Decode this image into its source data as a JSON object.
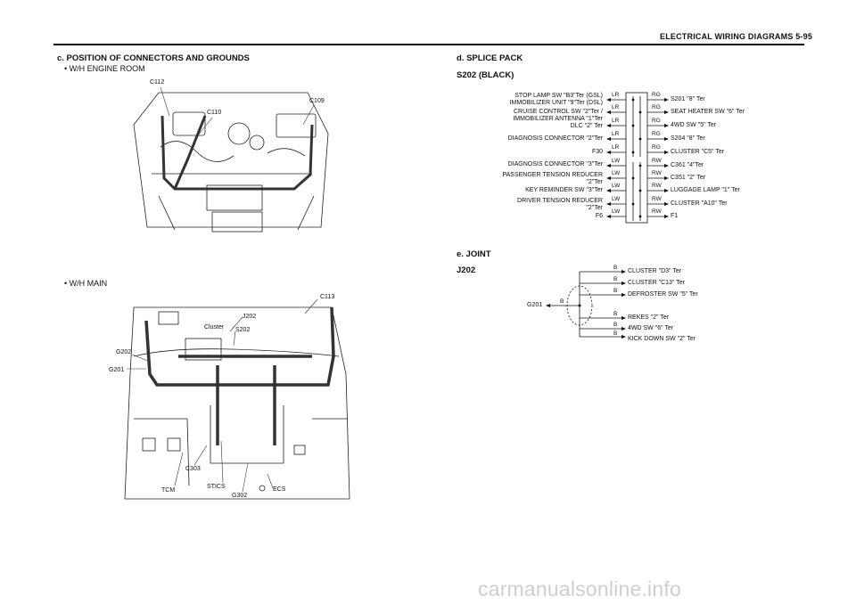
{
  "header": {
    "title": "ELECTRICAL WIRING DIAGRAMS  5-95"
  },
  "section_c": {
    "title": "c. POSITION OF CONNECTORS AND GROUNDS",
    "engine_room": {
      "heading": "W/H ENGINE ROOM",
      "labels": [
        "C112",
        "C110",
        "C109"
      ]
    },
    "main": {
      "heading": "W/H MAIN",
      "labels": [
        "C113",
        "J202",
        "S202",
        "Cluster",
        "G202",
        "G201",
        "C303",
        "TCM",
        "STICS",
        "G302",
        "ECS"
      ]
    }
  },
  "section_d": {
    "title": "d. SPLICE PACK",
    "subtitle": "S202 (BLACK)",
    "left": [
      {
        "text": "STOP LAMP SW \"B3\"Ter (GSL)",
        "wire": "LR"
      },
      {
        "text": "IMMOBILIZER UNIT \"9\"Ter (DSL)",
        "wire": ""
      },
      {
        "text": "CRUISE CONTROL SW \"2\"Ter /",
        "wire": "LR"
      },
      {
        "text": "IMMOBILIZER ANTENNA \"1\"Ter",
        "wire": ""
      },
      {
        "text": "DLC \"2\" Ter",
        "wire": "LR"
      },
      {
        "text": "DIAGNOSIS CONNECTOR \"2\"Ter",
        "wire": "LR"
      },
      {
        "text": "F30",
        "wire": "LR"
      },
      {
        "text": "DIAGNOSIS CONNECTOR \"3\"Ter",
        "wire": "LW"
      },
      {
        "text": "PASSENGER TENSION REDUCER",
        "wire": "LW"
      },
      {
        "text": "\"2\"Ter",
        "wire": ""
      },
      {
        "text": "KEY REMINDER SW \"3\"Ter",
        "wire": "LW"
      },
      {
        "text": "DRIVER TENSION REDUCER",
        "wire": "LW"
      },
      {
        "text": "\"2\"Ter",
        "wire": ""
      },
      {
        "text": "F6",
        "wire": "LW"
      }
    ],
    "right": [
      {
        "text": "S201 \"8\" Ter",
        "wire": "RG"
      },
      {
        "text": "SEAT HEATER SW \"6\" Ter",
        "wire": "RG"
      },
      {
        "text": "4WD SW \"5\" Ter",
        "wire": "RG"
      },
      {
        "text": "S204 \"8\" Ter",
        "wire": "RG"
      },
      {
        "text": "CLUSTER \"C5\" Ter",
        "wire": "RG"
      },
      {
        "text": "C361 \"4\"Ter",
        "wire": "RW"
      },
      {
        "text": "C351 \"2\" Ter",
        "wire": "RW"
      },
      {
        "text": "LUGGAGE LAMP \"1\" Ter",
        "wire": "RW"
      },
      {
        "text": "CLUSTER \"A10\" Ter",
        "wire": "RW"
      },
      {
        "text": "F1",
        "wire": "RW"
      }
    ]
  },
  "section_e": {
    "title": "e. JOINT",
    "subtitle": "J202",
    "ground": "G201",
    "ground_wire": "B",
    "branches": [
      {
        "text": "CLUSTER \"D3\" Ter",
        "wire": "B"
      },
      {
        "text": "CLUSTER \"C13\" Ter",
        "wire": "B"
      },
      {
        "text": "DEFROSTER SW \"5\" Ter",
        "wire": "B"
      },
      {
        "text": "REKES \"2\" Ter",
        "wire": "B"
      },
      {
        "text": "4WD SW \"6\" Ter",
        "wire": "B"
      },
      {
        "text": "KICK DOWN SW \"2\" Ter",
        "wire": "B"
      }
    ]
  },
  "watermark": "carmanualsonline.info"
}
